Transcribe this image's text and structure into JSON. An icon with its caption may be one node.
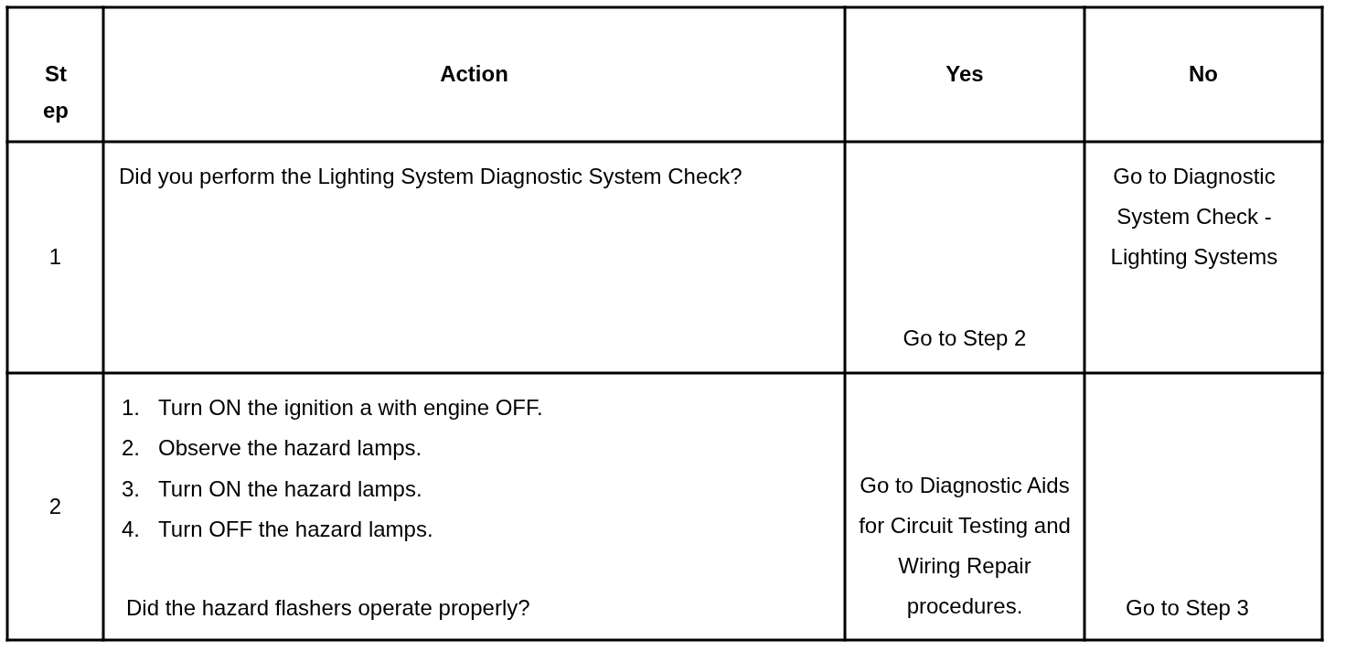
{
  "diagram": {
    "labels": [
      "Step",
      "Action",
      "Yes",
      "No",
      "1",
      "Did you perform the Lighting System Diagnostic System Check?",
      "Go to Step 2",
      "Go to Diagnostic System Check - Lighting Systems",
      "2",
      "1.   Turn ON the ignition a with engine OFF.",
      "2.   Observe the hazard lamps.",
      "3.   Turn ON the hazard lamps.",
      "4.   Turn OFF the hazard lamps.",
      "Did the hazard flashers operate properly?",
      "Go to Diagnostic Aids for Circuit Testing and Wiring Repair procedures.",
      "Go to Step 3"
    ]
  }
}
